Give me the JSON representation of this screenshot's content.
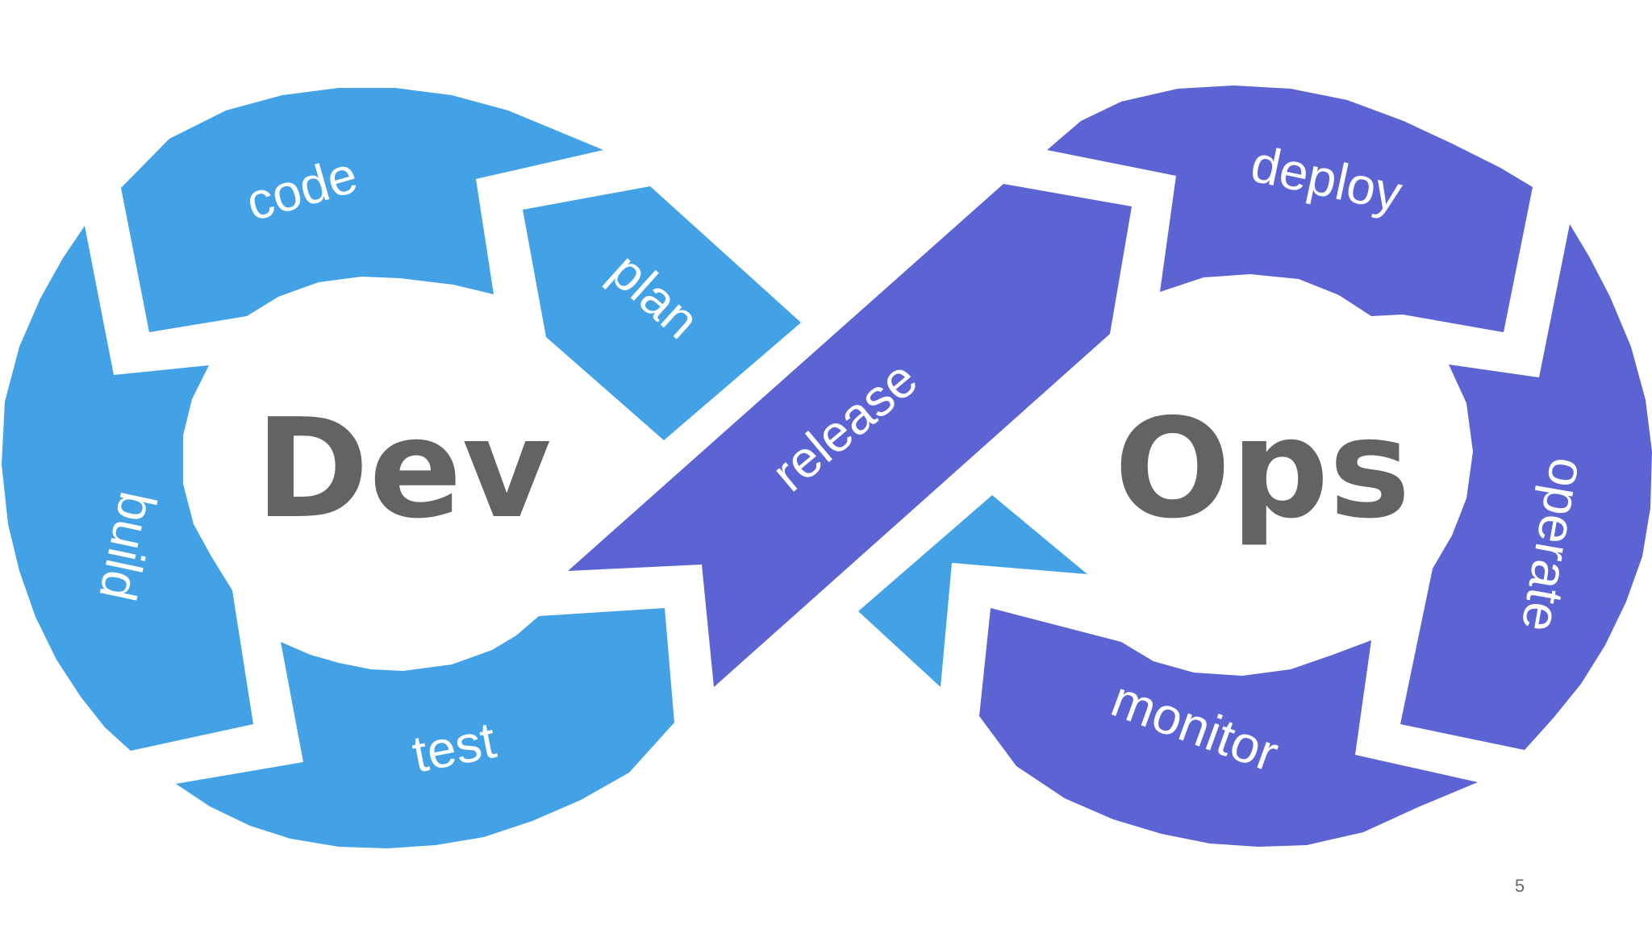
{
  "colors": {
    "dev": "#43a2e6",
    "ops": "#5c63d2",
    "label": "#ffffff",
    "center_text": "#636363",
    "background": "#ffffff"
  },
  "diagram": {
    "left_center": "Dev",
    "right_center": "Ops",
    "stages": {
      "code": "code",
      "plan": "plan",
      "build": "build",
      "test": "test",
      "release": "release",
      "deploy": "deploy",
      "operate": "operate",
      "monitor": "monitor"
    }
  },
  "slide": {
    "page_number": "5"
  }
}
